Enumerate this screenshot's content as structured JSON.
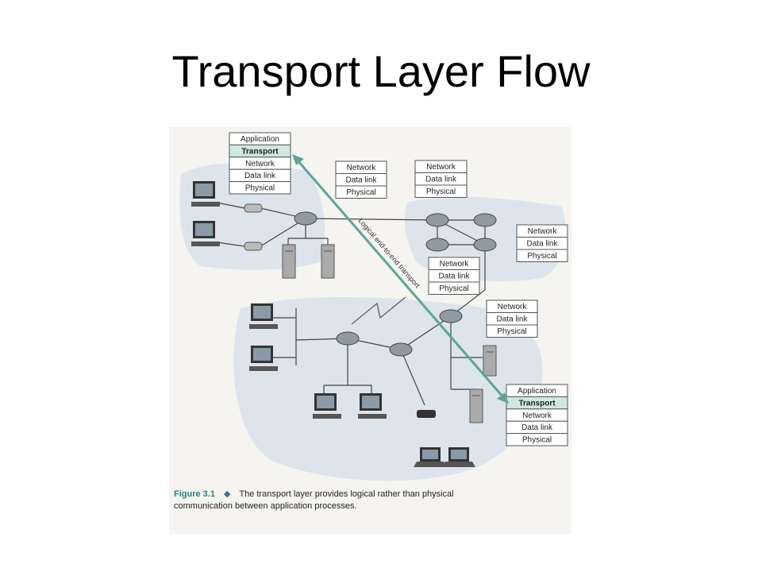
{
  "slide": {
    "title": "Transport Layer Flow"
  },
  "figure": {
    "stacks": {
      "source_host": [
        "Application",
        "Transport",
        "Network",
        "Data link",
        "Physical"
      ],
      "router_1": [
        "Network",
        "Data link",
        "Physical"
      ],
      "router_2": [
        "Network",
        "Data link",
        "Physical"
      ],
      "router_3": [
        "Network",
        "Data link",
        "Physical"
      ],
      "router_4": [
        "Network",
        "Data link",
        "Physical"
      ],
      "router_5": [
        "Network",
        "Data link",
        "Physical"
      ],
      "destination_host": [
        "Application",
        "Transport",
        "Network",
        "Data link",
        "Physical"
      ]
    },
    "arrow_label": "Logical end-to-end transport",
    "caption": {
      "figure_number": "Figure 3.1",
      "separator": "◆",
      "line1": "The transport layer provides logical rather than physical",
      "line2": "communication between application processes."
    },
    "colors": {
      "arrow": "#5fa497",
      "transport_highlight": "#cfe8e0",
      "cloud": "#dde4ec",
      "caption_label": "#2f7f84"
    }
  }
}
